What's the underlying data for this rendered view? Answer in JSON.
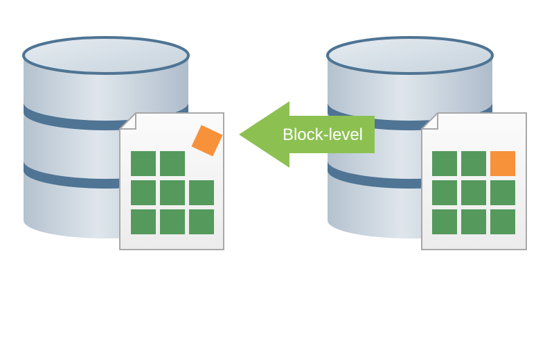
{
  "arrow": {
    "label": "Block-level",
    "color": "#8cc152"
  },
  "colors": {
    "cylinder_body": "#c9d4de",
    "cylinder_band": "#4f7494",
    "file_bg": "#f4f4f4",
    "file_border": "#a8a8a8",
    "block_green": "#559a5c",
    "block_orange": "#f7913a"
  },
  "left_database": {
    "icon": "database-icon",
    "file": {
      "icon": "file-icon",
      "grid_rows": [
        [
          "green",
          "green",
          "empty"
        ],
        [
          "green",
          "green",
          "green"
        ],
        [
          "green",
          "green",
          "green"
        ]
      ],
      "detached_block": "orange"
    }
  },
  "right_database": {
    "icon": "database-icon",
    "file": {
      "icon": "file-icon",
      "grid_rows": [
        [
          "green",
          "green",
          "orange"
        ],
        [
          "green",
          "green",
          "green"
        ],
        [
          "green",
          "green",
          "green"
        ]
      ]
    }
  }
}
